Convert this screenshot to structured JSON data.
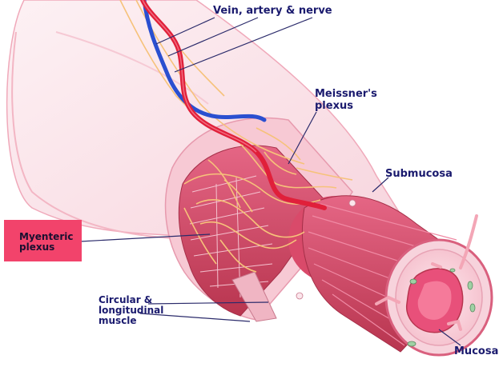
{
  "diagram": {
    "labels": {
      "vein_artery_nerve": "Vein, artery & nerve",
      "meissners_plexus": "Meissner's\nplexus",
      "submucosa": "Submucosa",
      "myenteric_plexus": "Myenteric\nplexus",
      "circular_longitudinal_muscle": "Circular &\nlongitudinal\nmuscle",
      "mucosa": "Mucosa"
    },
    "colors": {
      "label_text": "#1a1a6e",
      "highlight_box": "#f2436b",
      "outer_tube": "#fbe3e8",
      "muscle": "#d94a6a",
      "muscle_dark": "#b8354f",
      "artery": "#e0203a",
      "vein": "#2a4fd0",
      "nerve": "#f6c27a",
      "lumen": "#e8507a",
      "leader_line": "#2b2b6b"
    }
  }
}
